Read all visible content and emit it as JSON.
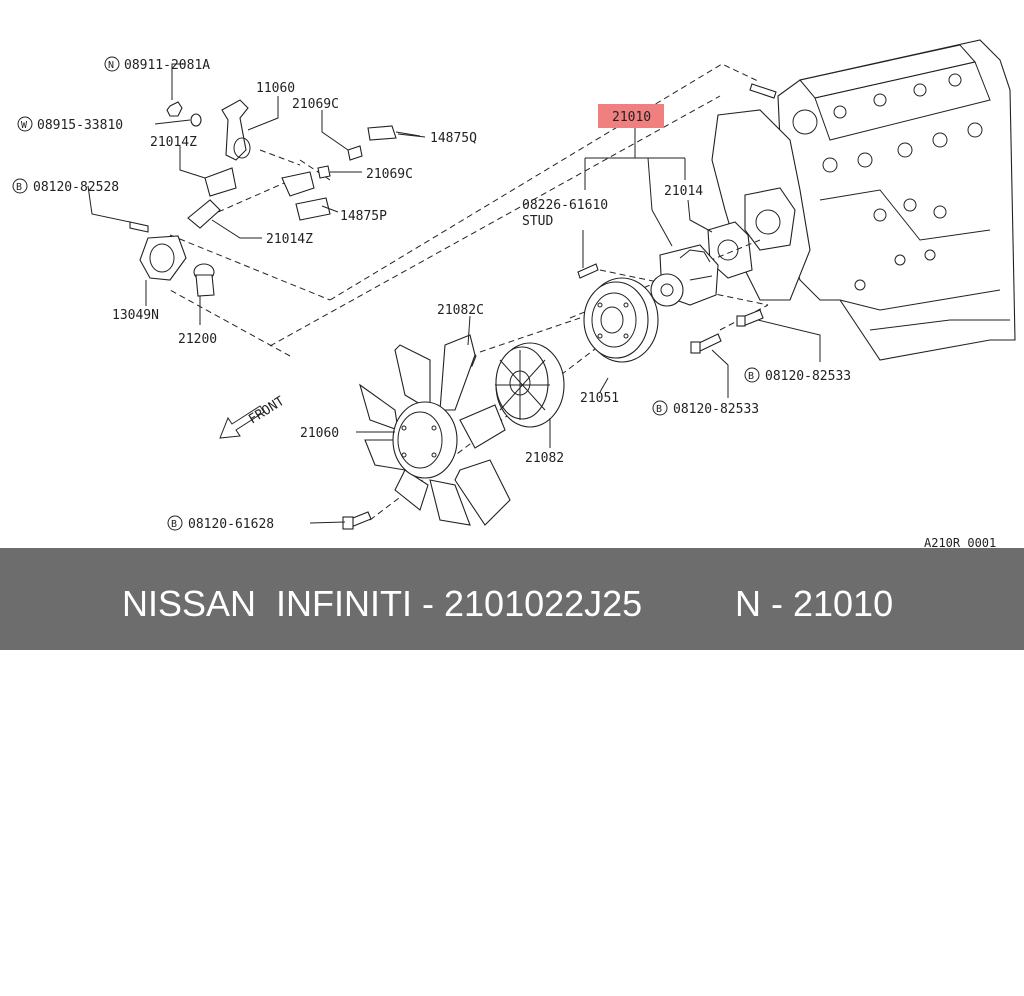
{
  "labels": {
    "n_08911": "08911-2081A",
    "w_08915": "08915-33810",
    "p11060": "11060",
    "p21069c_a": "21069C",
    "p14875q": "14875Q",
    "p21014z_a": "21014Z",
    "p21069c_b": "21069C",
    "b_08120_82528": "08120-82528",
    "p14875p": "14875P",
    "p21014z_b": "21014Z",
    "p13049n": "13049N",
    "p21200": "21200",
    "p21010": "21010",
    "stud_no": "08226-61610",
    "stud": "STUD",
    "p21014": "21014",
    "p21082c": "21082C",
    "p21051": "21051",
    "b_82533_a": "08120-82533",
    "b_82533_b": "08120-82533",
    "p21060": "21060",
    "p21082": "21082",
    "b_61628": "08120-61628",
    "front": "FRONT",
    "ref": "A210R 0001"
  },
  "badges": {
    "n": "N",
    "w": "W",
    "b": "B"
  },
  "highlight_color": "#f08080",
  "footer": {
    "left": "NISSAN  INFINITI - 2101022J25",
    "right": "N - 21010",
    "background": "#6d6d6d"
  }
}
